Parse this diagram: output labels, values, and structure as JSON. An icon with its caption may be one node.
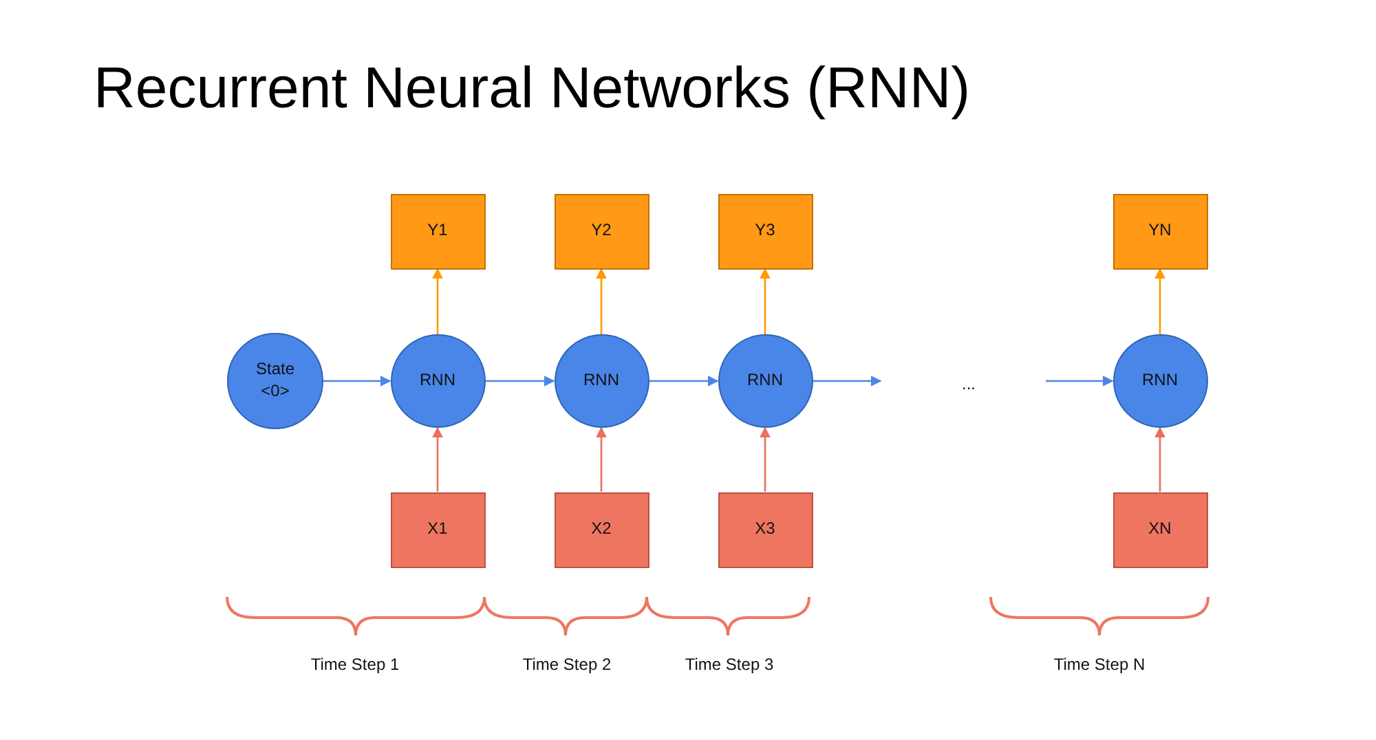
{
  "diagram": {
    "title": "Recurrent Neural Networks (RNN)",
    "nodes": [
      {
        "text": [
          "State <0>"
        ]
      },
      {
        "text": [
          "Y1"
        ]
      },
      {
        "text": [
          "RNN"
        ]
      },
      {
        "text": [
          "X1"
        ]
      },
      {
        "text": [
          "Y2"
        ]
      },
      {
        "text": [
          "RNN"
        ]
      },
      {
        "text": [
          "X2"
        ]
      },
      {
        "text": [
          "Y3"
        ]
      },
      {
        "text": [
          "RNN"
        ]
      },
      {
        "text": [
          "X3"
        ]
      },
      {
        "text": [
          "YN"
        ]
      },
      {
        "text": [
          "RNN"
        ]
      },
      {
        "text": [
          "XN"
        ]
      }
    ],
    "edges": [
      {
        "from": 0,
        "to": 2,
        "arrow": "to"
      },
      {
        "from": 2,
        "to": 1,
        "arrow": "to",
        "color": "#ff9900"
      },
      {
        "from": 3,
        "to": 2,
        "arrow": "to",
        "color": "#e8705c"
      },
      {
        "from": 2,
        "to": 5,
        "arrow": "to"
      },
      {
        "from": 5,
        "to": 4,
        "arrow": "to",
        "color": "#ff9900"
      },
      {
        "from": 6,
        "to": 5,
        "arrow": "to",
        "color": "#e8705c"
      },
      {
        "from": 5,
        "to": 8,
        "arrow": "to"
      },
      {
        "from": 8,
        "to": 7,
        "arrow": "to",
        "color": "#ff9900"
      },
      {
        "from": 9,
        "to": 8,
        "arrow": "to",
        "color": "#e8705c"
      },
      {
        "from": 8,
        "to": null,
        "arrow": "to"
      },
      {
        "from": null,
        "to": 11,
        "arrow": "to"
      },
      {
        "from": 11,
        "to": 10,
        "arrow": "to",
        "color": "#ff9900"
      },
      {
        "from": 12,
        "to": 11,
        "arrow": "to",
        "color": "#e8705c"
      }
    ],
    "labels": [
      "...",
      "Time Step 1",
      "Time Step 2",
      "Time Step 3",
      "Time Step N"
    ]
  }
}
